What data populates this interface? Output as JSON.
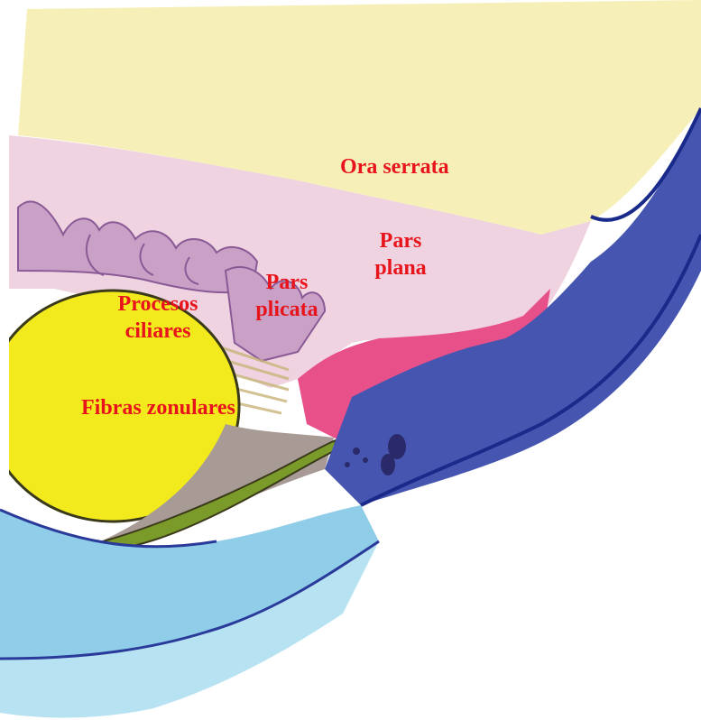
{
  "labels": {
    "ora_serrata": "Ora serrata",
    "pars_plana": [
      "Pars",
      "plana"
    ],
    "pars_plicata": [
      "Pars",
      "plicata"
    ],
    "procesos_ciliares": [
      "Procesos",
      "ciliares"
    ],
    "fibras_zonulares": "Fibras zonulares"
  },
  "colors": {
    "label_text": "#e8141c",
    "vitreous": "#f6f0b8",
    "retina_pink": "#efd3e0",
    "ciliary_purple": "#c9a0c6",
    "lens": "#f2ea1c",
    "sclera_blue": "#4656b0",
    "cornea_blue": "#8fcde8",
    "choroid_magenta": "#e8508a",
    "muscle_orange": "#e86a3a",
    "iris_green": "#7a9a2a"
  }
}
